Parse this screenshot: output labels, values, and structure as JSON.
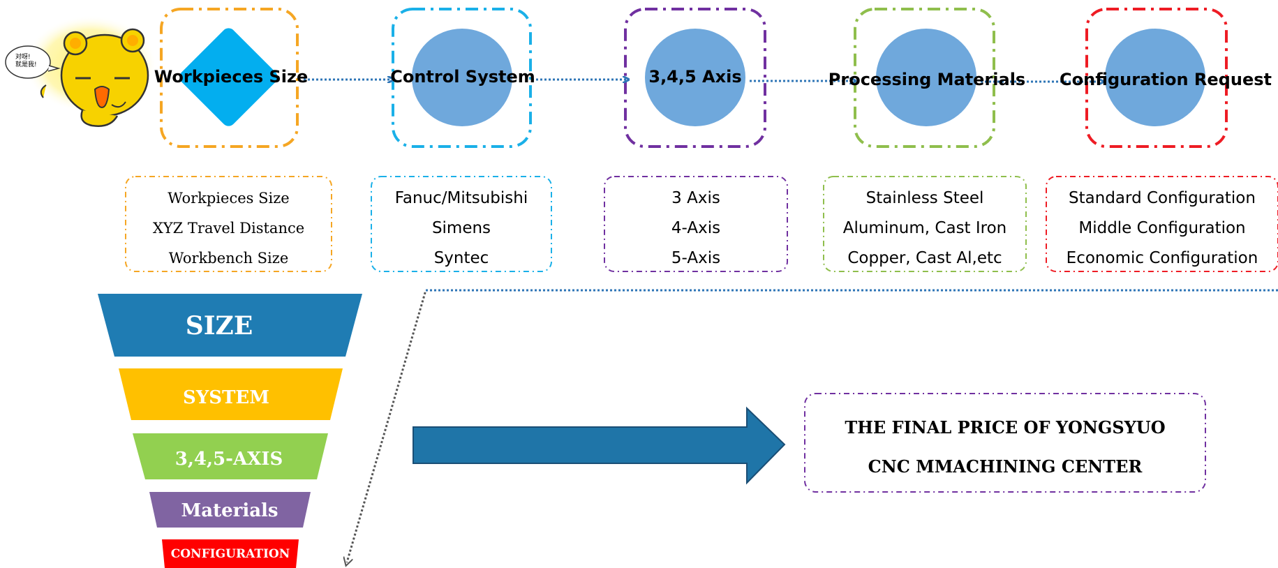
{
  "process": {
    "steps": [
      {
        "label": "Workpieces Size",
        "color": "#f5a623",
        "shape": "diamond"
      },
      {
        "label": "Control System",
        "color": "#1ab0e8",
        "shape": "circle"
      },
      {
        "label": "3,4,5 Axis",
        "color": "#7030a0",
        "shape": "circle"
      },
      {
        "label": "Processing Materials",
        "color": "#8fbe4c",
        "shape": "circle"
      },
      {
        "label": "Configuration Request",
        "color": "#ee1c24",
        "shape": "circle"
      }
    ]
  },
  "options": {
    "size": [
      "Workpieces Size",
      "XYZ Travel Distance",
      "Workbench Size"
    ],
    "system": [
      "Fanuc/Mitsubishi",
      "Simens",
      "Syntec"
    ],
    "axis": [
      "3 Axis",
      "4-Axis",
      "5-Axis"
    ],
    "materials": [
      "Stainless Steel",
      "Aluminum, Cast Iron",
      "Copper, Cast Al,etc"
    ],
    "configuration": [
      "Standard Configuration",
      "Middle Configuration",
      "Economic Configuration"
    ]
  },
  "funnel": {
    "size": "SIZE",
    "system": "SYSTEM",
    "axis": "3,4,5-AXIS",
    "materials": "Materials",
    "configuration": "CONFIGURATION"
  },
  "final": {
    "line1": "THE FINAL PRICE OF YONGSYUO",
    "line2": "CNC MMACHINING CENTER"
  },
  "mascot": {
    "bubble_line1": "对呀!",
    "bubble_line2": "就是我!"
  },
  "colors": {
    "orange": "#f5a623",
    "blue": "#1ab0e8",
    "purple": "#7030a0",
    "green": "#8fbe4c",
    "red": "#ee1c24",
    "circle_fill": "#6fa8dc",
    "diamond_fill": "#03aeef",
    "arrow": "#2e75b6",
    "funnel_blue": "#1f7cb3",
    "funnel_yellow": "#ffc000",
    "funnel_green": "#92d050",
    "funnel_purple": "#8064a2",
    "funnel_red": "#ff0000"
  }
}
